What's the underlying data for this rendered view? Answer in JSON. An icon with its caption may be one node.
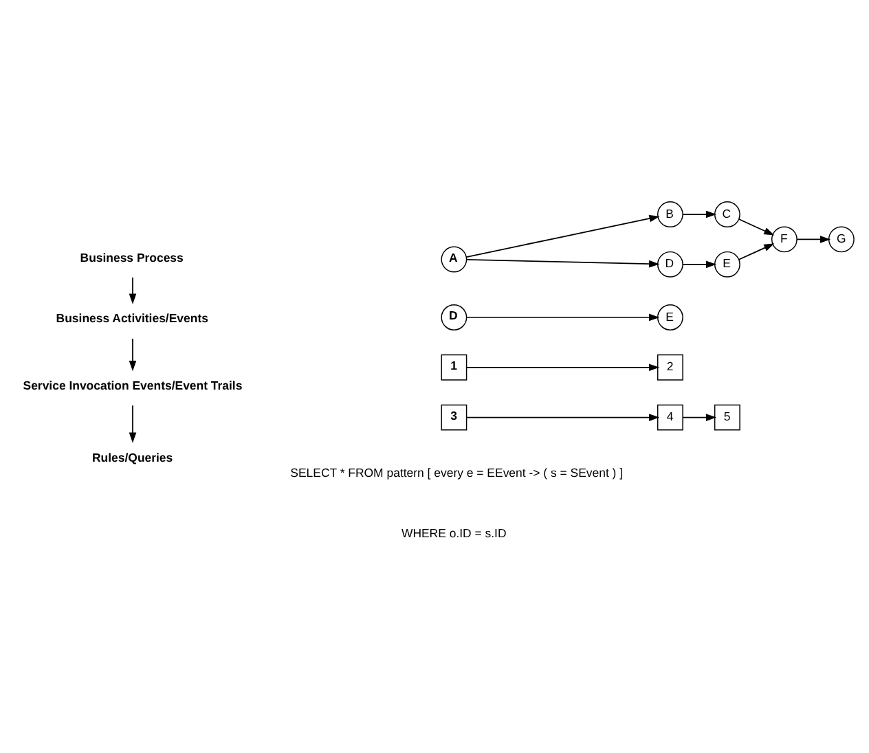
{
  "diagram": {
    "nodes": [
      {
        "text": [
          "Business Process"
        ]
      },
      {
        "text": [
          "Business Activities/Events"
        ]
      },
      {
        "text": [
          "Service Invocation Events/Event Trails"
        ]
      },
      {
        "text": [
          "Rules/Queries"
        ]
      },
      {
        "text": [
          "A"
        ]
      },
      {
        "text": [
          "B"
        ]
      },
      {
        "text": [
          "C"
        ]
      },
      {
        "text": [
          "D"
        ]
      },
      {
        "text": [
          "E"
        ]
      },
      {
        "text": [
          "F"
        ]
      },
      {
        "text": [
          "G"
        ]
      },
      {
        "text": [
          "D"
        ]
      },
      {
        "text": [
          "E"
        ]
      },
      {
        "text": [
          "1"
        ]
      },
      {
        "text": [
          "2"
        ]
      },
      {
        "text": [
          "3"
        ]
      },
      {
        "text": [
          "4"
        ]
      },
      {
        "text": [
          "5"
        ]
      }
    ],
    "edges": [
      {
        "from": 0,
        "to": 1,
        "arrow": "to"
      },
      {
        "from": 1,
        "to": 2,
        "arrow": "to"
      },
      {
        "from": 2,
        "to": 3,
        "arrow": "to"
      },
      {
        "from": 4,
        "to": 5,
        "arrow": "to"
      },
      {
        "from": 4,
        "to": 7,
        "arrow": "to"
      },
      {
        "from": 5,
        "to": 6,
        "arrow": "to"
      },
      {
        "from": 7,
        "to": 8,
        "arrow": "to"
      },
      {
        "from": 6,
        "to": 9,
        "arrow": "to"
      },
      {
        "from": 8,
        "to": 9,
        "arrow": "to"
      },
      {
        "from": 9,
        "to": 10,
        "arrow": "to"
      },
      {
        "from": 11,
        "to": 12,
        "arrow": "to"
      },
      {
        "from": 13,
        "to": 14,
        "arrow": "to"
      },
      {
        "from": 15,
        "to": 16,
        "arrow": "to"
      },
      {
        "from": 16,
        "to": 17,
        "arrow": "to"
      }
    ],
    "labels": [
      "SELECT * FROM pattern [ every e = EEvent -> ( s = SEvent ) ]",
      "WHERE o.ID = s.ID"
    ]
  }
}
